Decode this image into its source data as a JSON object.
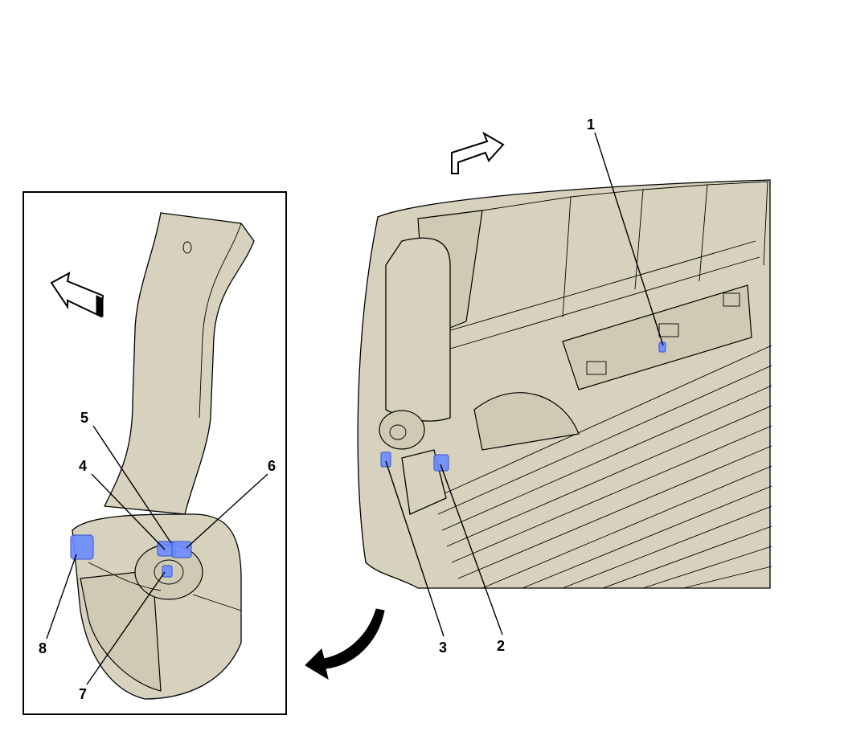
{
  "callouts": [
    "1",
    "2",
    "3",
    "4",
    "5",
    "6",
    "7",
    "8"
  ],
  "colors": {
    "part_fill": "#d6d2bd",
    "connector_highlight": "#6b8cff",
    "line": "#000000",
    "background": "#ffffff"
  },
  "icons": {
    "direction_arrow_vehicle": "forward-direction-arrow-icon",
    "direction_arrow_inset": "forward-direction-arrow-icon",
    "detail_curved_arrow": "curved-detail-arrow-icon"
  }
}
